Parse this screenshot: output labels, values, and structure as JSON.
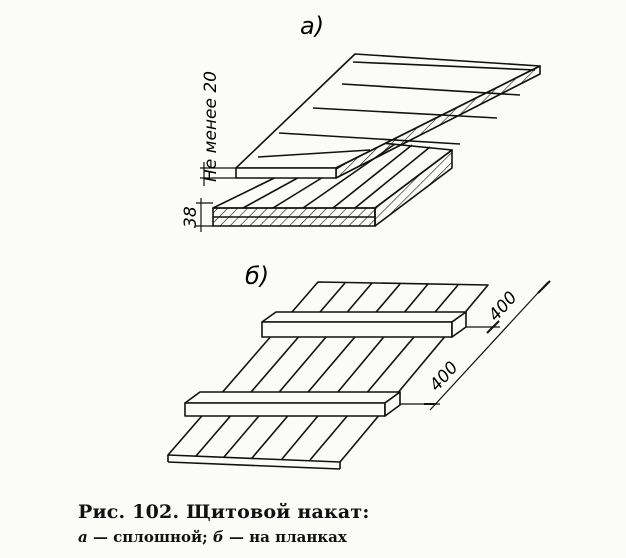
{
  "figure": {
    "label_a": "а)",
    "label_b": "б)",
    "dim_not_less": "Не менее 20",
    "dim_38": "38",
    "dim_400_top": "400",
    "dim_400_bottom": "400"
  },
  "caption": {
    "title": "Рис. 102. Щитовой накат:",
    "a_letter": "а",
    "a_text": " — сплошной; ",
    "b_letter": "б",
    "b_text": " — на планках"
  }
}
